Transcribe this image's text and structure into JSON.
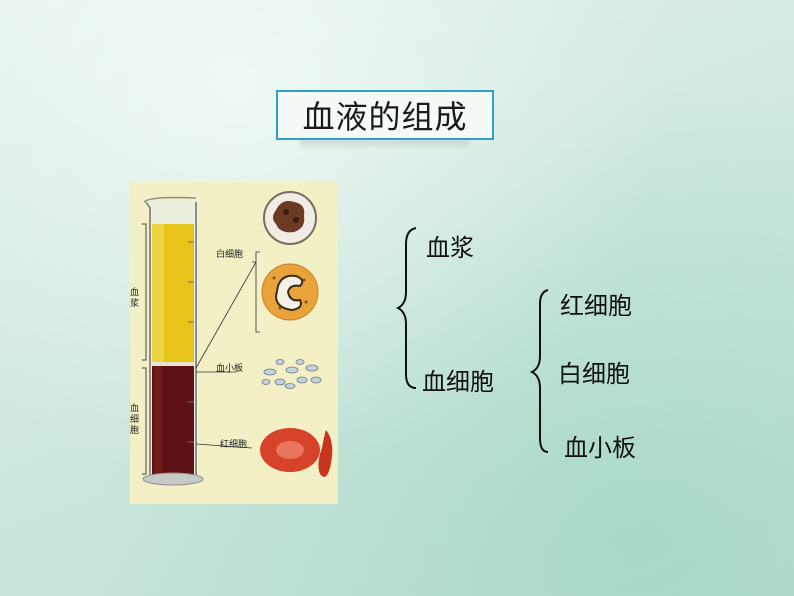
{
  "slide": {
    "title": "血液的组成"
  },
  "figure": {
    "label_plasma": "血浆",
    "label_cells": "血细胞",
    "label_wbc": "白细胞",
    "label_platelet": "血小板",
    "label_rbc": "红细胞"
  },
  "tree": {
    "plasma": "血浆",
    "blood_cells": "血细胞",
    "rbc": "红细胞",
    "wbc": "白细胞",
    "platelet": "血小板"
  }
}
